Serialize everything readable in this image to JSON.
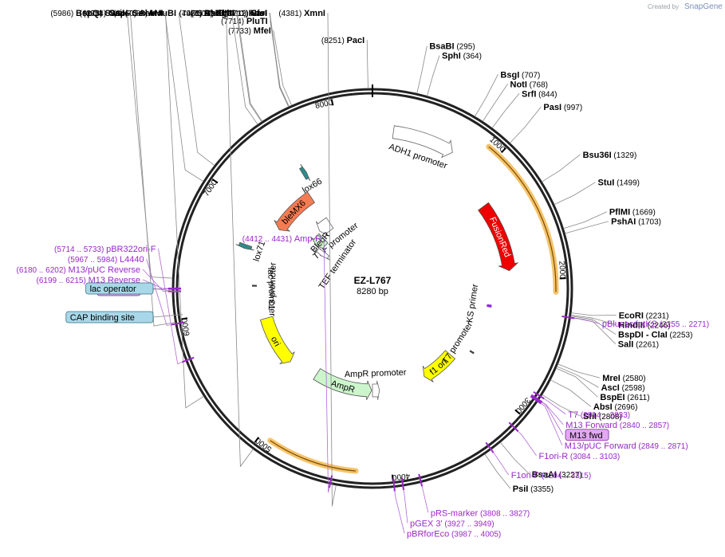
{
  "brand": {
    "created_by": "Created by",
    "app": "SnapGene"
  },
  "plasmid": {
    "name": "EZ-L767",
    "length": 8280,
    "length_label": "8280 bp"
  },
  "ticks": [
    {
      "bp": 1000,
      "label": "1000"
    },
    {
      "bp": 2000,
      "label": "2000"
    },
    {
      "bp": 3000,
      "label": "3000"
    },
    {
      "bp": 4000,
      "label": "4000"
    },
    {
      "bp": 5000,
      "label": "5000"
    },
    {
      "bp": 6000,
      "label": "6000"
    },
    {
      "bp": 7000,
      "label": "7000"
    },
    {
      "bp": 8000,
      "label": "8000"
    }
  ],
  "features": [
    {
      "name": "ADH1 promoter",
      "start": 175,
      "end": 700,
      "color": "#ffffff",
      "style": "arrow",
      "label_inside": false
    },
    {
      "name": "FusionRed",
      "start": 1230,
      "end": 1900,
      "color": "#ee0000",
      "style": "arrow",
      "label_inside": true
    },
    {
      "name": "f1 ori",
      "start": 3000,
      "end": 3440,
      "color": "#ffff00",
      "style": "arrow",
      "label_inside": true
    },
    {
      "name": "AmpR",
      "start": 4150,
      "end": 4900,
      "color": "#ccf5cc",
      "style": "arrow",
      "label_inside": true
    },
    {
      "name": "AmpR promoter",
      "start": 4050,
      "end": 4140,
      "color": "#ffffff",
      "style": "arrow",
      "label_inside": false
    },
    {
      "name": "ori",
      "start": 5250,
      "end": 5850,
      "color": "#ffff00",
      "style": "arrow",
      "label_inside": true
    },
    {
      "name": "bleMX6",
      "start": 6950,
      "end": 7500,
      "color": "#f47c52",
      "style": "arrow",
      "label_inside": true
    },
    {
      "name": "TEF promoter",
      "start": 7300,
      "end": 7520,
      "color": "#ffffff",
      "style": "arrow",
      "label_inside": false
    },
    {
      "name": "BleoR",
      "start": 7070,
      "end": 7260,
      "color": "#ccf5cc",
      "style": "arrow",
      "label_inside": true
    },
    {
      "name": "TEF terminator",
      "start": 6960,
      "end": 7060,
      "color": "#ffffff",
      "style": "arrow",
      "label_inside": false
    },
    {
      "name": "lox66",
      "start": 7560,
      "end": 7600,
      "color": "#2e8c8c",
      "style": "arrow",
      "label_inside": false
    },
    {
      "name": "lox71",
      "start": 6610,
      "end": 6650,
      "color": "#2e8c8c",
      "style": "arrow",
      "label_inside": false
    },
    {
      "name": "T3 promoter",
      "start": 6230,
      "end": 6250,
      "color": "#404040",
      "style": "bar",
      "label_inside": false
    },
    {
      "name": "lac promoter",
      "start": 6150,
      "end": 6180,
      "color": "#ffffff",
      "style": "bar",
      "label_inside": false
    },
    {
      "name": "KS primer",
      "start": 2250,
      "end": 2280,
      "color": "#8a2be2",
      "style": "bar",
      "label_inside": false
    },
    {
      "name": "T7 promoter",
      "start": 2810,
      "end": 2830,
      "color": "#404040",
      "style": "bar",
      "label_inside": false
    }
  ],
  "orange_arcs": [
    {
      "start": 905,
      "end": 2095
    },
    {
      "start": 4260,
      "end": 4920
    }
  ],
  "enzymes": [
    {
      "name": "PacI",
      "pos": "(8251)",
      "bp": 8251
    },
    {
      "name": "BsaBI",
      "pos": "(295)",
      "bp": 295
    },
    {
      "name": "SphI",
      "pos": "(364)",
      "bp": 364
    },
    {
      "name": "BsgI",
      "pos": "(707)",
      "bp": 707
    },
    {
      "name": "NotI",
      "pos": "(768)",
      "bp": 768
    },
    {
      "name": "SrfI",
      "pos": "(844)",
      "bp": 844
    },
    {
      "name": "PasI",
      "pos": "(997)",
      "bp": 997
    },
    {
      "name": "Bsu36I",
      "pos": "(1329)",
      "bp": 1329
    },
    {
      "name": "StuI",
      "pos": "(1499)",
      "bp": 1499
    },
    {
      "name": "PflMI",
      "pos": "(1669)",
      "bp": 1669
    },
    {
      "name": "PshAI",
      "pos": "(1703)",
      "bp": 1703
    },
    {
      "name": "EcoRI",
      "pos": "(2231)",
      "bp": 2231
    },
    {
      "name": "HindIII",
      "pos": "(2246)",
      "bp": 2246
    },
    {
      "name": "BspDI",
      "pos": "(2253)",
      "bp": 2253,
      "extra": "- ClaI"
    },
    {
      "name": "SalI",
      "pos": "(2261)",
      "bp": 2261
    },
    {
      "name": "MreI",
      "pos": "(2580)",
      "bp": 2580
    },
    {
      "name": "AscI",
      "pos": "(2598)",
      "bp": 2598
    },
    {
      "name": "BspEI",
      "pos": "(2611)",
      "bp": 2611
    },
    {
      "name": "AbsI",
      "pos": "(2696)",
      "bp": 2696
    },
    {
      "name": "SfiI",
      "pos": "(2808)",
      "bp": 2808
    },
    {
      "name": "BsaAI",
      "pos": "(3227)",
      "bp": 3227
    },
    {
      "name": "PsiI",
      "pos": "(3355)",
      "bp": 3355
    },
    {
      "name": "XmnI",
      "pos": "(4381)",
      "bp": 4381
    },
    {
      "name": "AhdI",
      "pos": "(4981)",
      "bp": 4981
    },
    {
      "name": "AlwNI",
      "pos": "(5460)",
      "bp": 5460
    },
    {
      "name": "BspQI",
      "pos": "(5986)",
      "bp": 5986,
      "extra": "- SapI"
    },
    {
      "name": "SwaI",
      "pos": "(6278)",
      "bp": 6278
    },
    {
      "name": "CsiI",
      "pos": "(6954)",
      "bp": 6954,
      "extra": "- SexAI *"
    },
    {
      "name": "MauBI",
      "pos": "(7082)",
      "bp": 7082
    },
    {
      "name": "BstEII",
      "pos": "(7476)",
      "bp": 7476
    },
    {
      "name": "BglII",
      "pos": "(7507)",
      "bp": 7507
    },
    {
      "name": "XbaI",
      "pos": "(7512)",
      "bp": 7512
    },
    {
      "name": "KasI",
      "pos": "(7710)",
      "bp": 7710
    },
    {
      "name": "NarI",
      "pos": "(7711)",
      "bp": 7711
    },
    {
      "name": "SfoI",
      "pos": "(7712)",
      "bp": 7712
    },
    {
      "name": "PluTI",
      "pos": "(7714)",
      "bp": 7714
    },
    {
      "name": "MfeI",
      "pos": "(7733)",
      "bp": 7733
    }
  ],
  "primers": [
    {
      "name": "pBluescriptKS",
      "pos": "(2255 .. 2271)",
      "bp": 2263
    },
    {
      "name": "T7",
      "pos": "(2814 .. 2833)",
      "bp": 2823
    },
    {
      "name": "M13 fwd",
      "pos": "",
      "bp": 2850,
      "boxed": true
    },
    {
      "name": "M13 Forward",
      "pos": "(2840 .. 2857)",
      "bp": 2848
    },
    {
      "name": "M13/pUC Forward",
      "pos": "(2849 .. 2871)",
      "bp": 2860
    },
    {
      "name": "F1ori-R",
      "pos": "(3084 .. 3103)",
      "bp": 3093
    },
    {
      "name": "F1ori-F",
      "pos": "(3294 .. 3315)",
      "bp": 3304
    },
    {
      "name": "pRS-marker",
      "pos": "(3808 .. 3827)",
      "bp": 3817
    },
    {
      "name": "pGEX 3'",
      "pos": "(3927 .. 3949)",
      "bp": 3938
    },
    {
      "name": "pBRforEco",
      "pos": "(3987 .. 4005)",
      "bp": 3996
    },
    {
      "name": "Amp-R",
      "pos": "(4412 .. 4431)",
      "bp": 4421
    },
    {
      "name": "pBR322ori-F",
      "pos": "(5714 .. 5733)",
      "bp": 5723
    },
    {
      "name": "L4440",
      "pos": "(5967 .. 5984)",
      "bp": 5975
    },
    {
      "name": "M13/pUC Reverse",
      "pos": "(6180 .. 6202)",
      "bp": 6191
    },
    {
      "name": "M13 Reverse",
      "pos": "(6199 .. 6215)",
      "bp": 6207
    },
    {
      "name": "M13 rev",
      "pos": "",
      "bp": 6210,
      "boxed": true
    }
  ],
  "boxed_features": [
    {
      "name": "lac operator",
      "color": "#a8d8e8"
    },
    {
      "name": "CAP binding site",
      "color": "#a8d8e8"
    }
  ]
}
